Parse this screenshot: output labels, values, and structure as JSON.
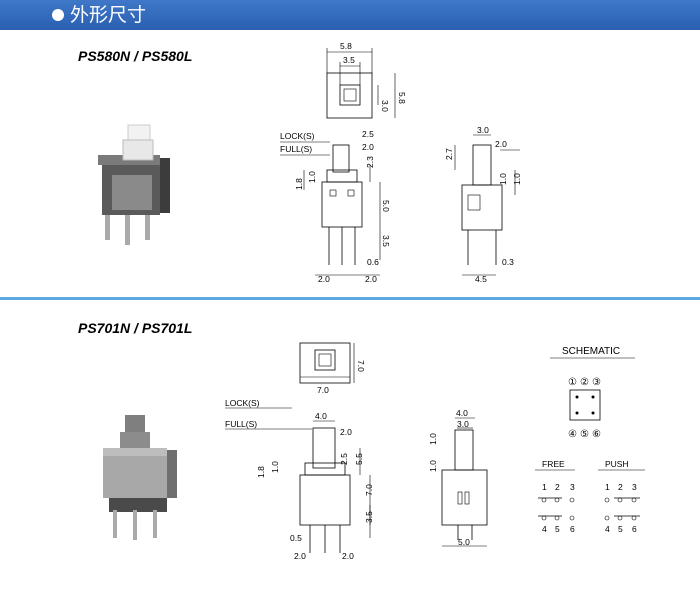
{
  "header": {
    "title": "外形尺寸"
  },
  "section1": {
    "model": "PS580N / PS580L",
    "top_view": {
      "width": "5.8",
      "inner": "3.5",
      "hole": "3.0",
      "height": "5.8"
    },
    "front_view": {
      "lock": "LOCK(S)",
      "full": "FULL(S)",
      "w25": "2.5",
      "w20": "2.0",
      "h23": "2.3",
      "h18": "1.8",
      "h10": "1.0",
      "h50": "5.0",
      "h35": "3.5",
      "p06": "0.6",
      "b20a": "2.0",
      "b20b": "2.0"
    },
    "side_view": {
      "t30": "3.0",
      "t27": "2.7",
      "t20": "2.0",
      "r10a": "1.0",
      "r10b": "1.0",
      "b45": "4.5",
      "b03": "0.3"
    }
  },
  "section2": {
    "model": "PS701N / PS701L",
    "top_view": {
      "width": "7.0",
      "height": "7.0"
    },
    "front_view": {
      "lock": "LOCK(S)",
      "full": "FULL(S)",
      "t40": "4.0",
      "t20": "2.0",
      "h25": "2.5",
      "h55": "5.5",
      "h18": "1.8",
      "h10": "1.0",
      "h70": "7.0",
      "h35": "3.5",
      "p05": "0.5",
      "b20a": "2.0",
      "b20b": "2.0"
    },
    "side_view": {
      "t40": "4.0",
      "t30": "3.0",
      "l10a": "1.0",
      "l10b": "1.0",
      "b50": "5.0"
    },
    "schematic": {
      "title": "SCHEMATIC",
      "top_nums": [
        "①",
        "②",
        "③"
      ],
      "bot_nums": [
        "④",
        "⑤",
        "⑥"
      ],
      "free": "FREE",
      "push": "PUSH",
      "free_top": [
        "1",
        "2",
        "3"
      ],
      "free_bot": [
        "4",
        "5",
        "6"
      ],
      "push_top": [
        "1",
        "2",
        "3"
      ],
      "push_bot": [
        "4",
        "5",
        "6"
      ]
    }
  }
}
